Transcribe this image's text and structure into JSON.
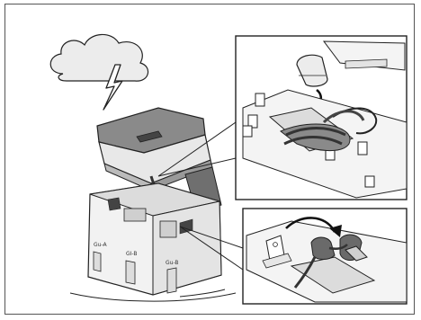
{
  "illustration": {
    "scene": "charging-station-lightning-unplug",
    "colors": {
      "line": "#222222",
      "shade_light": "#e6e6e6",
      "shade_mid": "#bdbdbd",
      "shade_dark": "#6f6f6f",
      "cable": "#3a3a3a",
      "background": "#ffffff"
    },
    "icons": [
      "cloud-icon",
      "lightning-bolt-icon",
      "unplug-arrow-icon"
    ],
    "station_marks": [
      "Gu-A",
      "GI-B",
      "Gu-B"
    ]
  }
}
